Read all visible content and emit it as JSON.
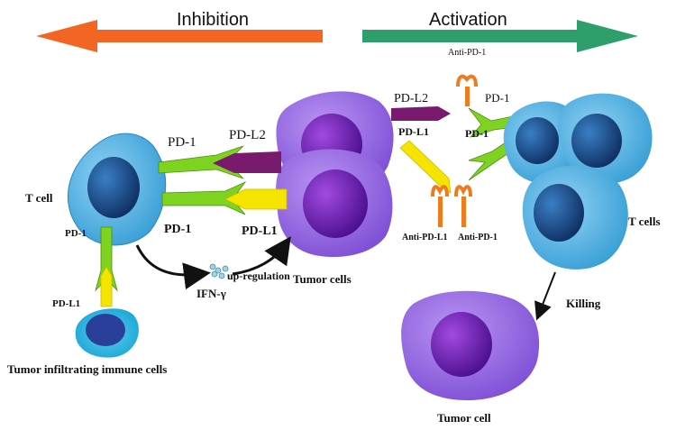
{
  "header": {
    "inhibition": "Inhibition",
    "activation": "Activation"
  },
  "labels": {
    "t_cell": "T cell",
    "pd1_top": "PD-1",
    "pd1_mid": "PD-1",
    "pd1_vertical": "PD-1",
    "pdl2_left": "PD-L2",
    "pdl1_left": "PD-L1",
    "pdl1_immune": "PD-L1",
    "ifn": "IFN-γ",
    "upregulation": "up-regulation",
    "tumor_cells": "Tumor cells",
    "tumor_infiltrating": "Tumor infiltrating immune cells",
    "anti_pd1_top": "Anti-PD-1",
    "pdl2_right": "PD-L2",
    "pdl1_right": "PD-L1",
    "pd1_right_a": "PD-1",
    "pd1_right_b": "PD-1",
    "anti_pdl1": "Anti-PD-L1",
    "anti_pd1_bottom": "Anti-PD-1",
    "t_cells": "T cells",
    "killing": "Killing",
    "tumor_cell": "Tumor cell"
  },
  "colors": {
    "inhibition_arrow": "#f26522",
    "activation_arrow": "#2e9e6b",
    "t_cell": "#5bb8e6",
    "t_cell_nucleus": "#1a4f8a",
    "tumor_cell": "#9b6fe0",
    "tumor_nucleus": "#6a1fb0",
    "pd1": "#7ed321",
    "pdl1": "#f4e400",
    "pdl2": "#7a1a6e",
    "antibody": "#f07a1e"
  }
}
